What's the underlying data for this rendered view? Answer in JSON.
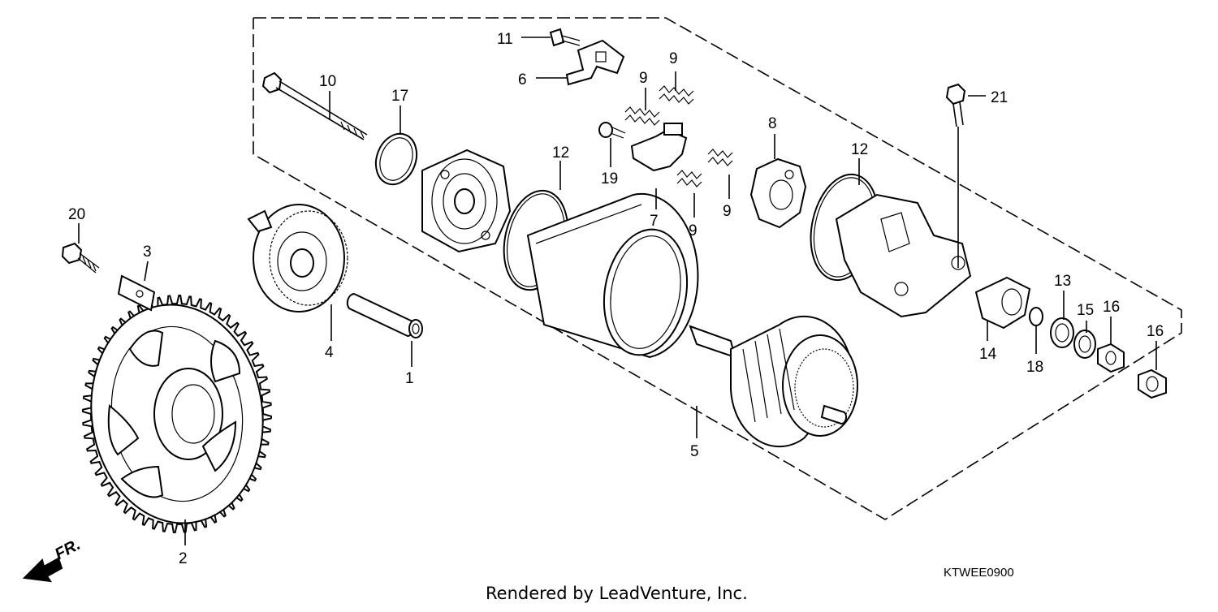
{
  "callouts": [
    {
      "id": "c1",
      "label": "1"
    },
    {
      "id": "c2",
      "label": "2"
    },
    {
      "id": "c3",
      "label": "3"
    },
    {
      "id": "c4",
      "label": "4"
    },
    {
      "id": "c5",
      "label": "5"
    },
    {
      "id": "c6",
      "label": "6"
    },
    {
      "id": "c7",
      "label": "7"
    },
    {
      "id": "c8",
      "label": "8"
    },
    {
      "id": "c9a",
      "label": "9"
    },
    {
      "id": "c9b",
      "label": "9"
    },
    {
      "id": "c9c",
      "label": "9"
    },
    {
      "id": "c9d",
      "label": "9"
    },
    {
      "id": "c10",
      "label": "10"
    },
    {
      "id": "c11",
      "label": "11"
    },
    {
      "id": "c12a",
      "label": "12"
    },
    {
      "id": "c12b",
      "label": "12"
    },
    {
      "id": "c13",
      "label": "13"
    },
    {
      "id": "c14",
      "label": "14"
    },
    {
      "id": "c15",
      "label": "15"
    },
    {
      "id": "c16a",
      "label": "16"
    },
    {
      "id": "c16b",
      "label": "16"
    },
    {
      "id": "c17",
      "label": "17"
    },
    {
      "id": "c18",
      "label": "18"
    },
    {
      "id": "c19",
      "label": "19"
    },
    {
      "id": "c20",
      "label": "20"
    },
    {
      "id": "c21",
      "label": "21"
    }
  ],
  "diagram_code": "KTWEE0900",
  "credit": "Rendered by LeadVenture, Inc.",
  "direction_label": "FR."
}
